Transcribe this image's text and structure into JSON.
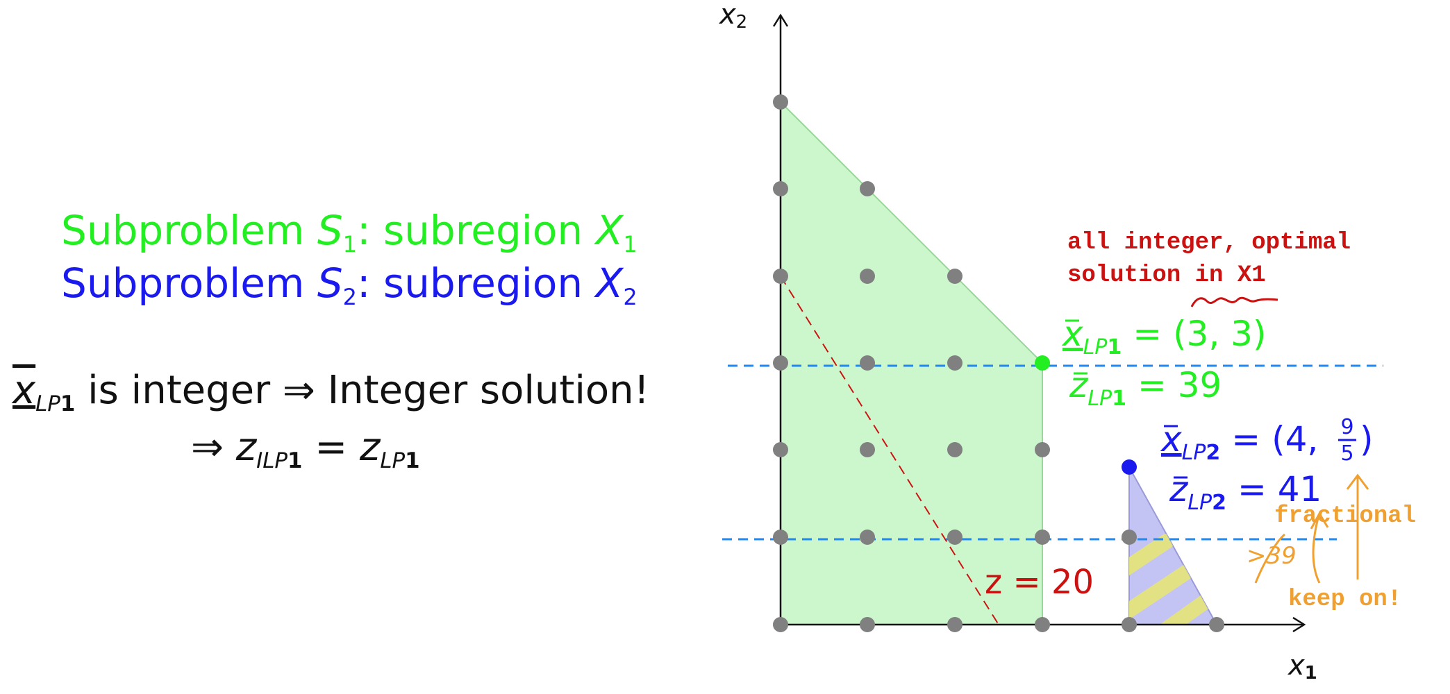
{
  "left_panel": {
    "line1": {
      "prefix": "Subproblem ",
      "var": "S",
      "sub": "1",
      "mid": ": subregion ",
      "var2": "X",
      "sub2": "1"
    },
    "line2": {
      "prefix": "Subproblem ",
      "var": "S",
      "sub": "2",
      "mid": ": subregion ",
      "var2": "X",
      "sub2": "2"
    },
    "statement1": {
      "var": "x",
      "sub": "LP",
      "subnum": "1",
      "text": " is integer ⇒ Integer solution!"
    },
    "statement2": {
      "arrow": "⇒ ",
      "lhs": "z",
      "lhs_sub": "ILP",
      "lhs_subnum": "1",
      "eq": " = ",
      "rhs": "z",
      "rhs_sub": "LP",
      "rhs_subnum": "1"
    }
  },
  "diagram": {
    "axis_x_label": "x",
    "axis_x_sub": "1",
    "axis_y_label": "x",
    "axis_y_sub": "2",
    "objective_label": "z = 20",
    "annotation_red_1": "all integer, optimal",
    "annotation_red_2": "solution in X1",
    "lp1_x": "x",
    "lp1_sub": "LP",
    "lp1_subnum": "1",
    "lp1_value": "= (3, 3)",
    "lp1_z_var": "z",
    "lp1_z_value": "= 39",
    "lp2_x": "x",
    "lp2_sub": "LP",
    "lp2_subnum": "2",
    "lp2_value_prefix": "= (4,",
    "lp2_frac_num": "9",
    "lp2_frac_den": "5",
    "lp2_value_suffix": ")",
    "lp2_z_var": "z",
    "lp2_z_value": "= 41",
    "annotation_fractional": "fractional",
    "annotation_gt39": ">39",
    "annotation_keep_on": "keep on!"
  },
  "colors": {
    "green": "#22ee22",
    "blue": "#1a1aee",
    "red": "#cc1111",
    "orange": "#f0a030",
    "dashed_blue": "#2288ee",
    "point_gray": "#808080",
    "region1_fill": "#ccf7cc",
    "region2_fill": "#c4c4f4",
    "hatch_yellow": "#e8e870"
  }
}
